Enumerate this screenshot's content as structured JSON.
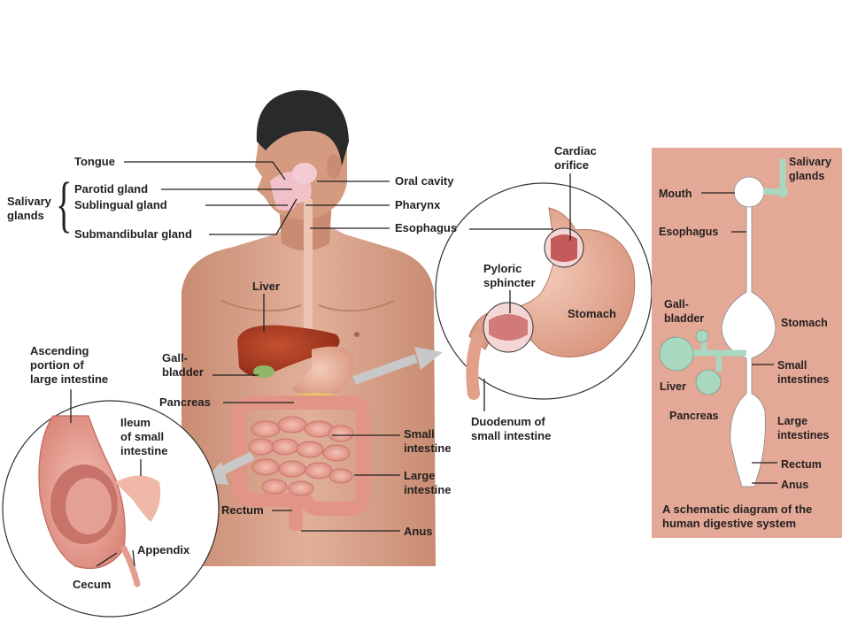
{
  "main": {
    "labels": {
      "tongue": "Tongue",
      "salivary_glands": "Salivary\nglands",
      "parotid": "Parotid gland",
      "sublingual": "Sublingual gland",
      "submandibular": "Submandibular gland",
      "oral_cavity": "Oral cavity",
      "pharynx": "Pharynx",
      "esophagus": "Esophagus",
      "liver": "Liver",
      "gallbladder": "Gall-\nbladder",
      "pancreas": "Pancreas",
      "small_intestine": "Small\nintestine",
      "large_intestine": "Large\nintestine",
      "rectum": "Rectum",
      "anus": "Anus"
    }
  },
  "stomach_inset": {
    "cardiac_orifice": "Cardiac\norifice",
    "pyloric_sphincter": "Pyloric\nsphincter",
    "stomach": "Stomach",
    "duodenum": "Duodenum of\nsmall intestine"
  },
  "cecum_inset": {
    "ascending": "Ascending\nportion of\nlarge intestine",
    "ileum": "Ileum\nof small\nintestine",
    "appendix": "Appendix",
    "cecum": "Cecum"
  },
  "schematic": {
    "mouth": "Mouth",
    "salivary": "Salivary\nglands",
    "esophagus": "Esophagus",
    "gallbladder": "Gall-\nbladder",
    "stomach": "Stomach",
    "small_intestines": "Small\nintestines",
    "liver": "Liver",
    "pancreas": "Pancreas",
    "large_intestines": "Large\nintestines",
    "rectum": "Rectum",
    "anus": "Anus",
    "caption": "A schematic diagram of the\nhuman digestive system"
  },
  "colors": {
    "skin": "#d9a58a",
    "hair": "#2a2a2a",
    "liver": "#a3371f",
    "intestine": "#e8a49a",
    "stomach": "#e7b29e",
    "panel": "#e3a996",
    "gland_green": "#a8d8bf"
  }
}
